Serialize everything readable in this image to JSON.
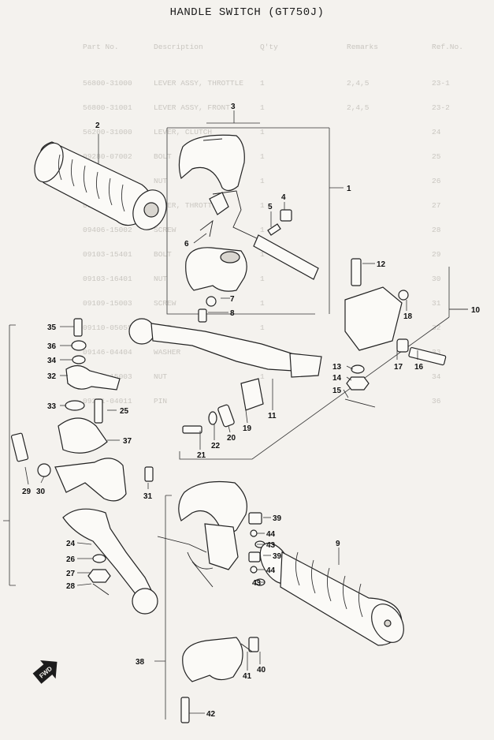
{
  "title": "HANDLE SWITCH (GT750J)",
  "ghost_table": {
    "headers": [
      "Ref.No.",
      "Part No.",
      "Description",
      "Q'ty",
      "Remarks"
    ],
    "rows": [
      [
        "23-1",
        "56800-31000",
        "LEVER ASSY, THROTTLE",
        "1",
        "2,4,5"
      ],
      [
        "23-2",
        "56800-31001",
        "LEVER ASSY, FRONT",
        "1",
        "2,4,5"
      ],
      [
        "24",
        "56200-31000",
        "LEVER, CLUTCH",
        "1",
        ""
      ],
      [
        "25",
        "09280-07002",
        "BOLT",
        "1",
        ""
      ],
      [
        "26",
        "09280-31001",
        "NUT",
        "1",
        ""
      ],
      [
        "27",
        "09406-00005",
        "COVER, THROTTLE",
        "1",
        ""
      ],
      [
        "28",
        "09406-15002",
        "SCREW",
        "1",
        ""
      ],
      [
        "29",
        "09103-15401",
        "BOLT",
        "1",
        ""
      ],
      [
        "30",
        "09103-16401",
        "NUT",
        "1",
        ""
      ],
      [
        "31",
        "09109-15003",
        "SCREW",
        "1",
        ""
      ],
      [
        "32",
        "09110-05055",
        "BOLT",
        "1",
        ""
      ],
      [
        "33",
        "09146-04404",
        "WASHER",
        "1",
        ""
      ],
      [
        "34",
        "09159-15003",
        "NUT",
        "1",
        ""
      ],
      [
        "36",
        "09211-04011",
        "PIN",
        "1",
        ""
      ]
    ]
  },
  "callouts": [
    {
      "id": "c1",
      "text": "1"
    },
    {
      "id": "c2",
      "text": "2"
    },
    {
      "id": "c3",
      "text": "3"
    },
    {
      "id": "c4",
      "text": "4"
    },
    {
      "id": "c5",
      "text": "5"
    },
    {
      "id": "c6",
      "text": "6"
    },
    {
      "id": "c7",
      "text": "7"
    },
    {
      "id": "c8",
      "text": "8"
    },
    {
      "id": "c9",
      "text": "9"
    },
    {
      "id": "c10",
      "text": "10"
    },
    {
      "id": "c11",
      "text": "11"
    },
    {
      "id": "c12",
      "text": "12"
    },
    {
      "id": "c13",
      "text": "13"
    },
    {
      "id": "c14",
      "text": "14"
    },
    {
      "id": "c15",
      "text": "15"
    },
    {
      "id": "c16",
      "text": "16"
    },
    {
      "id": "c17",
      "text": "17"
    },
    {
      "id": "c18",
      "text": "18"
    },
    {
      "id": "c19",
      "text": "19"
    },
    {
      "id": "c20",
      "text": "20"
    },
    {
      "id": "c21",
      "text": "21"
    },
    {
      "id": "c22",
      "text": "22"
    },
    {
      "id": "c24",
      "text": "24"
    },
    {
      "id": "c25",
      "text": "25"
    },
    {
      "id": "c26",
      "text": "26"
    },
    {
      "id": "c27",
      "text": "27"
    },
    {
      "id": "c28",
      "text": "28"
    },
    {
      "id": "c29",
      "text": "29"
    },
    {
      "id": "c30",
      "text": "30"
    },
    {
      "id": "c31",
      "text": "31"
    },
    {
      "id": "c32",
      "text": "32"
    },
    {
      "id": "c33",
      "text": "33"
    },
    {
      "id": "c34",
      "text": "34"
    },
    {
      "id": "c35",
      "text": "35"
    },
    {
      "id": "c36",
      "text": "36"
    },
    {
      "id": "c37",
      "text": "37"
    },
    {
      "id": "c38",
      "text": "38"
    },
    {
      "id": "c39a",
      "text": "39"
    },
    {
      "id": "c39b",
      "text": "39"
    },
    {
      "id": "c40",
      "text": "40"
    },
    {
      "id": "c41",
      "text": "41"
    },
    {
      "id": "c42",
      "text": "42"
    },
    {
      "id": "c43a",
      "text": "43"
    },
    {
      "id": "c43b",
      "text": "43"
    },
    {
      "id": "c44a",
      "text": "44"
    },
    {
      "id": "c44b",
      "text": "44"
    }
  ],
  "fwd_label": "FWD",
  "colors": {
    "paper": "#f4f2ee",
    "ink": "#1c1c1c",
    "ghost": "#c9c6c0"
  }
}
